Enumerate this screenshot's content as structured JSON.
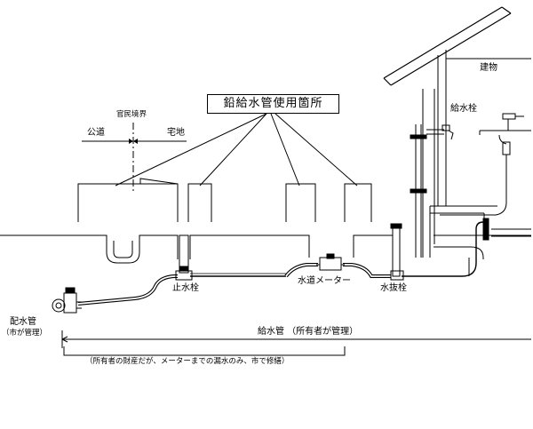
{
  "title": "鉛給水管使用箇所",
  "labels": {
    "building": "建物",
    "faucet": "給水栓",
    "boundary": "官民境界",
    "public_road": "公道",
    "private_land": "宅地",
    "stop_valve": "止水栓",
    "water_meter": "水道メーター",
    "drain_valve": "水抜栓",
    "main_pipe": "配水管",
    "main_pipe_note": "（市が管理）",
    "service_pipe": "給水管 （所有者が管理）",
    "ownership_note": "（所有者の財産だが、メーターまでの漏水のみ、市で修繕）"
  },
  "colors": {
    "line": "#000000",
    "background": "#ffffff"
  }
}
